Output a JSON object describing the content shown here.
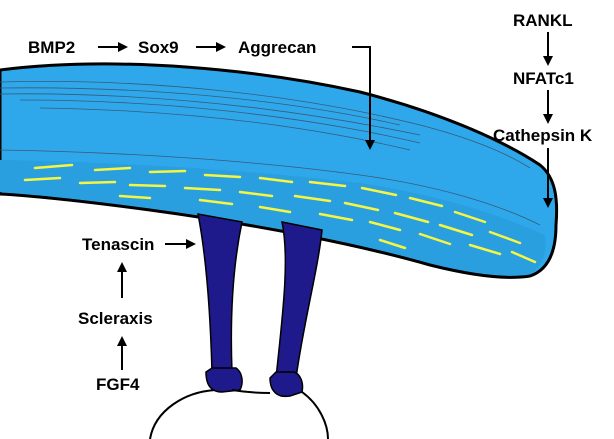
{
  "labels": {
    "bmp2": "BMP2",
    "sox9": "Sox9",
    "aggrecan": "Aggrecan",
    "rankl": "RANKL",
    "nfatc1": "NFATc1",
    "cathepsin_k": "Cathepsin K",
    "tenascin": "Tenascin",
    "scleraxis": "Scleraxis",
    "fgf4": "FGF4"
  },
  "colors": {
    "cartilage_fill": "#2ea8ea",
    "cartilage_outline": "#000000",
    "fiber_yellow": "#f5f542",
    "tendon_fill": "#1f1a8c",
    "arrow": "#000000"
  }
}
